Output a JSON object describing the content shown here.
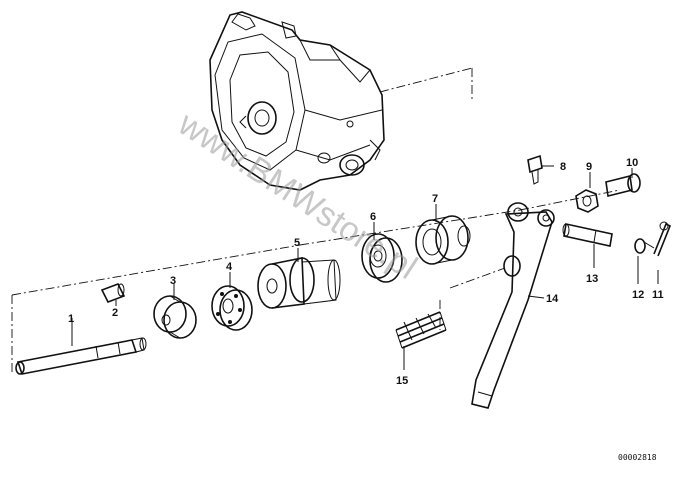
{
  "part_numbers": [
    "1",
    "2",
    "3",
    "4",
    "5",
    "6",
    "7",
    "8",
    "9",
    "10",
    "11",
    "12",
    "13",
    "14",
    "15"
  ],
  "reference_code": "00002818",
  "watermark": "www.BMWstore.pl",
  "colors": {
    "ink": "#111111",
    "background": "#ffffff",
    "watermark": "#9a9a9a"
  }
}
